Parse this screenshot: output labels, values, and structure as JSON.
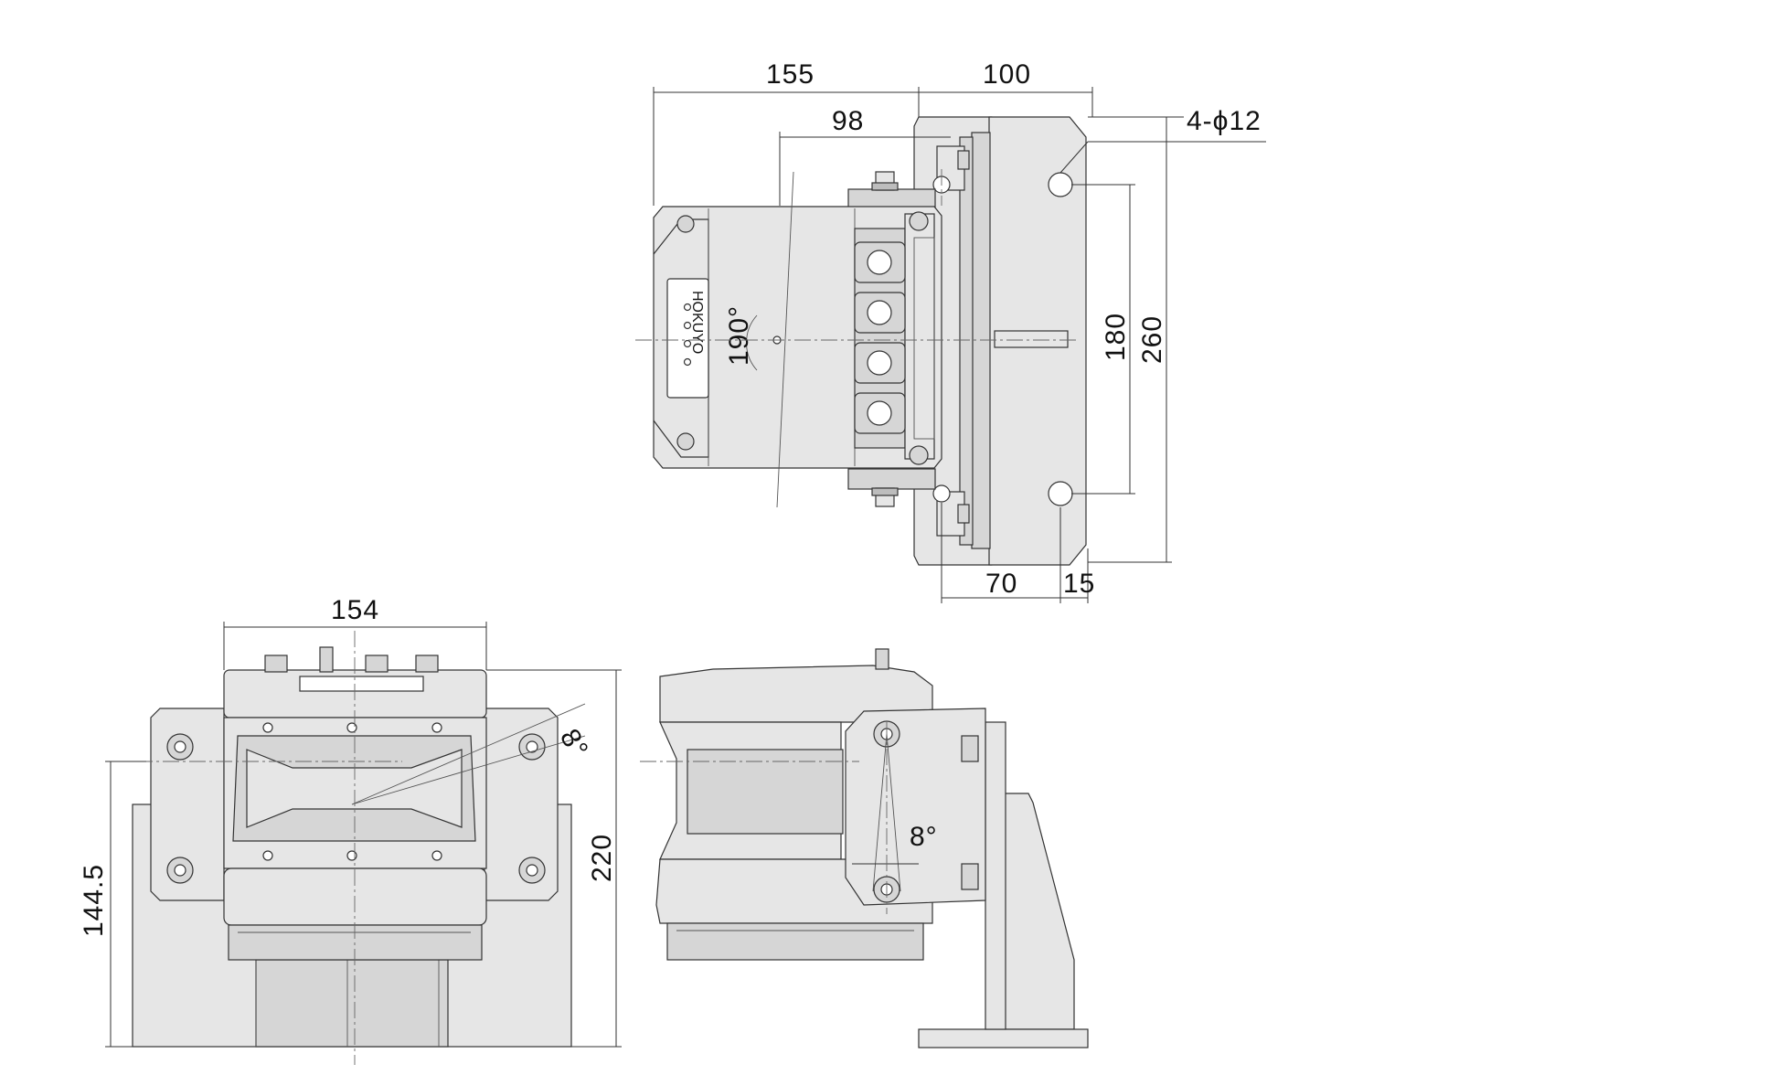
{
  "drawing": {
    "brand_text": "HOKUYO",
    "dimensions": {
      "top_view": {
        "overall_depth": "155",
        "bracket_depth": "100",
        "pivot_to_bracket": "98",
        "hole_spec": "4-ϕ12",
        "hole_pitch_vertical": "180",
        "bracket_height": "260",
        "hole_pitch_horizontal": "70",
        "hole_edge_offset": "15",
        "scan_angle": "190°"
      },
      "front_view": {
        "width": "154",
        "height": "220",
        "center_height": "144.5",
        "tilt_angle": "8°"
      },
      "side_view": {
        "tilt_angle": "8°"
      }
    }
  }
}
